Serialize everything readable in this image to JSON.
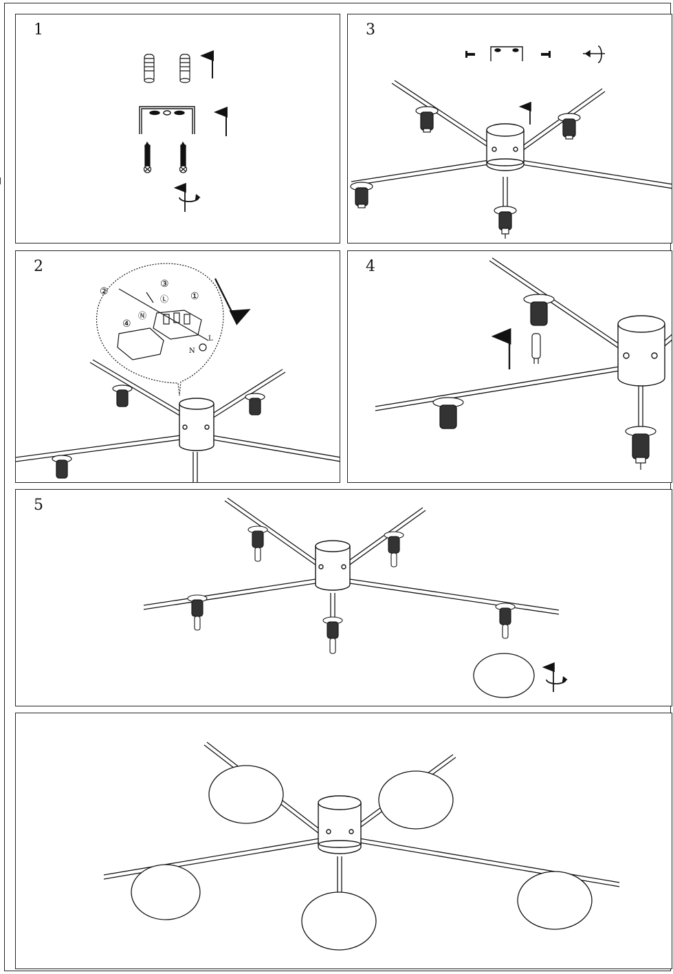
{
  "panels": [
    {
      "id": "p1",
      "step_label": "1"
    },
    {
      "id": "p3",
      "step_label": "3"
    },
    {
      "id": "p2",
      "step_label": "2"
    },
    {
      "id": "p4",
      "step_label": "4"
    },
    {
      "id": "p5",
      "step_label": "5"
    },
    {
      "id": "p6",
      "step_label": ""
    }
  ],
  "wiring_markers": {
    "m1": "①",
    "m2": "②",
    "m3": "③",
    "m4": "④",
    "n_circle": "Ⓝ",
    "l_circle": "Ⓛ",
    "n": "N",
    "l": "L"
  },
  "icons": [
    "wall-plug-icon",
    "mounting-bracket-icon",
    "screw-icon",
    "rotate-arrow-icon",
    "arrow-up-icon"
  ],
  "colors": {
    "line": "#111111",
    "background": "#ffffff"
  }
}
